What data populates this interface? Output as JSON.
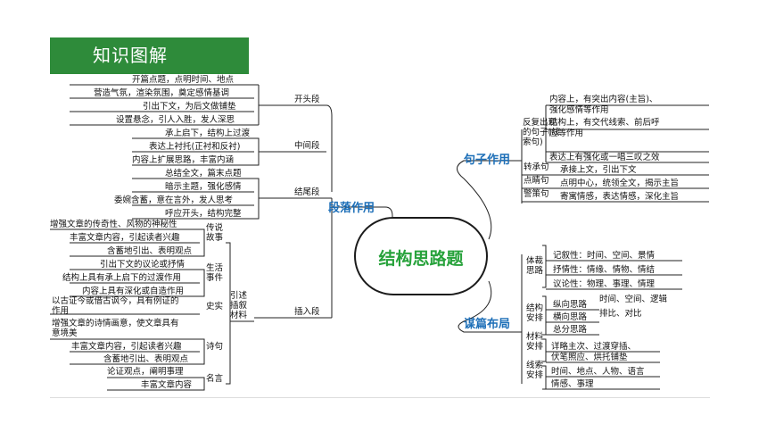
{
  "title": "知识图解",
  "center": "结构思路题",
  "left_main": "段落作用",
  "right_main_1": "句子作用",
  "right_main_2": "谋篇布局",
  "left": {
    "kaitou": {
      "label": "开头段",
      "items": [
        "开篇点题，点明时间、地点",
        "营造气氛，渲染氛围，奠定感情基调",
        "引出下文，为后文做铺垫",
        "设置悬念，引人入胜，发人深思"
      ]
    },
    "zhongjian": {
      "label": "中间段",
      "items": [
        "承上启下，结构上过渡",
        "表达上衬托(正衬和反衬)",
        "内容上扩展思路，丰富内涵"
      ]
    },
    "jiewei": {
      "label": "结尾段",
      "items": [
        "总结全文，篇末点题",
        "暗示主题，强化感情",
        "委婉含蓄，意在言外，发人思考",
        "呼应开头，结构完整"
      ]
    },
    "charu": {
      "label": "插入段",
      "sub_label": [
        "引述",
        "插叙",
        "材料"
      ],
      "chuanshuo": {
        "label": [
          "传说",
          "故事"
        ],
        "items": [
          "增强文章的传奇性、风物的神秘性",
          "丰富文章内容，引起读者兴趣",
          "含蓄地引出、表明观点"
        ]
      },
      "shenghuo": {
        "label": [
          "生活",
          "事件"
        ],
        "items": [
          "引出下文的议论或抒情",
          "结构上具有承上启下的过渡作用",
          "内容上具有深化或自造作用"
        ]
      },
      "shishi": {
        "label": "史实",
        "items": [
          "以古证今或借古讽今，具有例证的",
          "作用"
        ]
      },
      "shiju": {
        "label": "诗句",
        "items": [
          "增强文章的诗情画意，使文章具有",
          "意境美",
          "丰富文章内容，引起读者兴趣",
          "含蓄地引出、表明观点"
        ]
      },
      "mingyan": {
        "label": "名言",
        "items": [
          "论证观点，阐明事理",
          "丰富文章内容"
        ]
      }
    }
  },
  "right_top": {
    "fanfu": {
      "label": [
        "反复出现",
        "的句子(线",
        "索句)"
      ],
      "items": [
        "内容上，有突出内容(主旨)、",
        "强化感情等作用",
        "结构上，有交代线索、前后呼",
        "应等作用",
        "表达上有强化或一唱三叹之效"
      ]
    },
    "zhuancheng": {
      "label": "转承句",
      "item": "承接上文，引出下文"
    },
    "dianjing": {
      "label": "点睛句",
      "item": "点明中心，统领全文，揭示主旨"
    },
    "jingce": {
      "label": "警策句",
      "item": "寄寓情感，表达情感，深化主旨"
    }
  },
  "right_bottom": {
    "ticai": {
      "label": [
        "体裁",
        "思路"
      ],
      "items": [
        "记叙性：时间、空间、景情",
        "抒情性：情缘、情物、情结",
        "议论性：物理、事理、情理"
      ]
    },
    "jiegou": {
      "label": [
        "结构",
        "安排"
      ],
      "zongxiang": "纵向思路",
      "zongxiang_detail": "时间、空间、逻辑",
      "hengxiang": "横向思路",
      "hengxiang_detail": "排比、对比",
      "zongfen": "总分思路"
    },
    "cailiao": {
      "label": [
        "材料",
        "安排"
      ],
      "items": [
        "详略主次、过渡穿插、",
        "伏笔照应、烘托铺垫"
      ]
    },
    "xiansuo": {
      "label": [
        "线索",
        "安排"
      ],
      "items": [
        "时间、地点、人物、语言",
        "情感、事理"
      ]
    }
  }
}
